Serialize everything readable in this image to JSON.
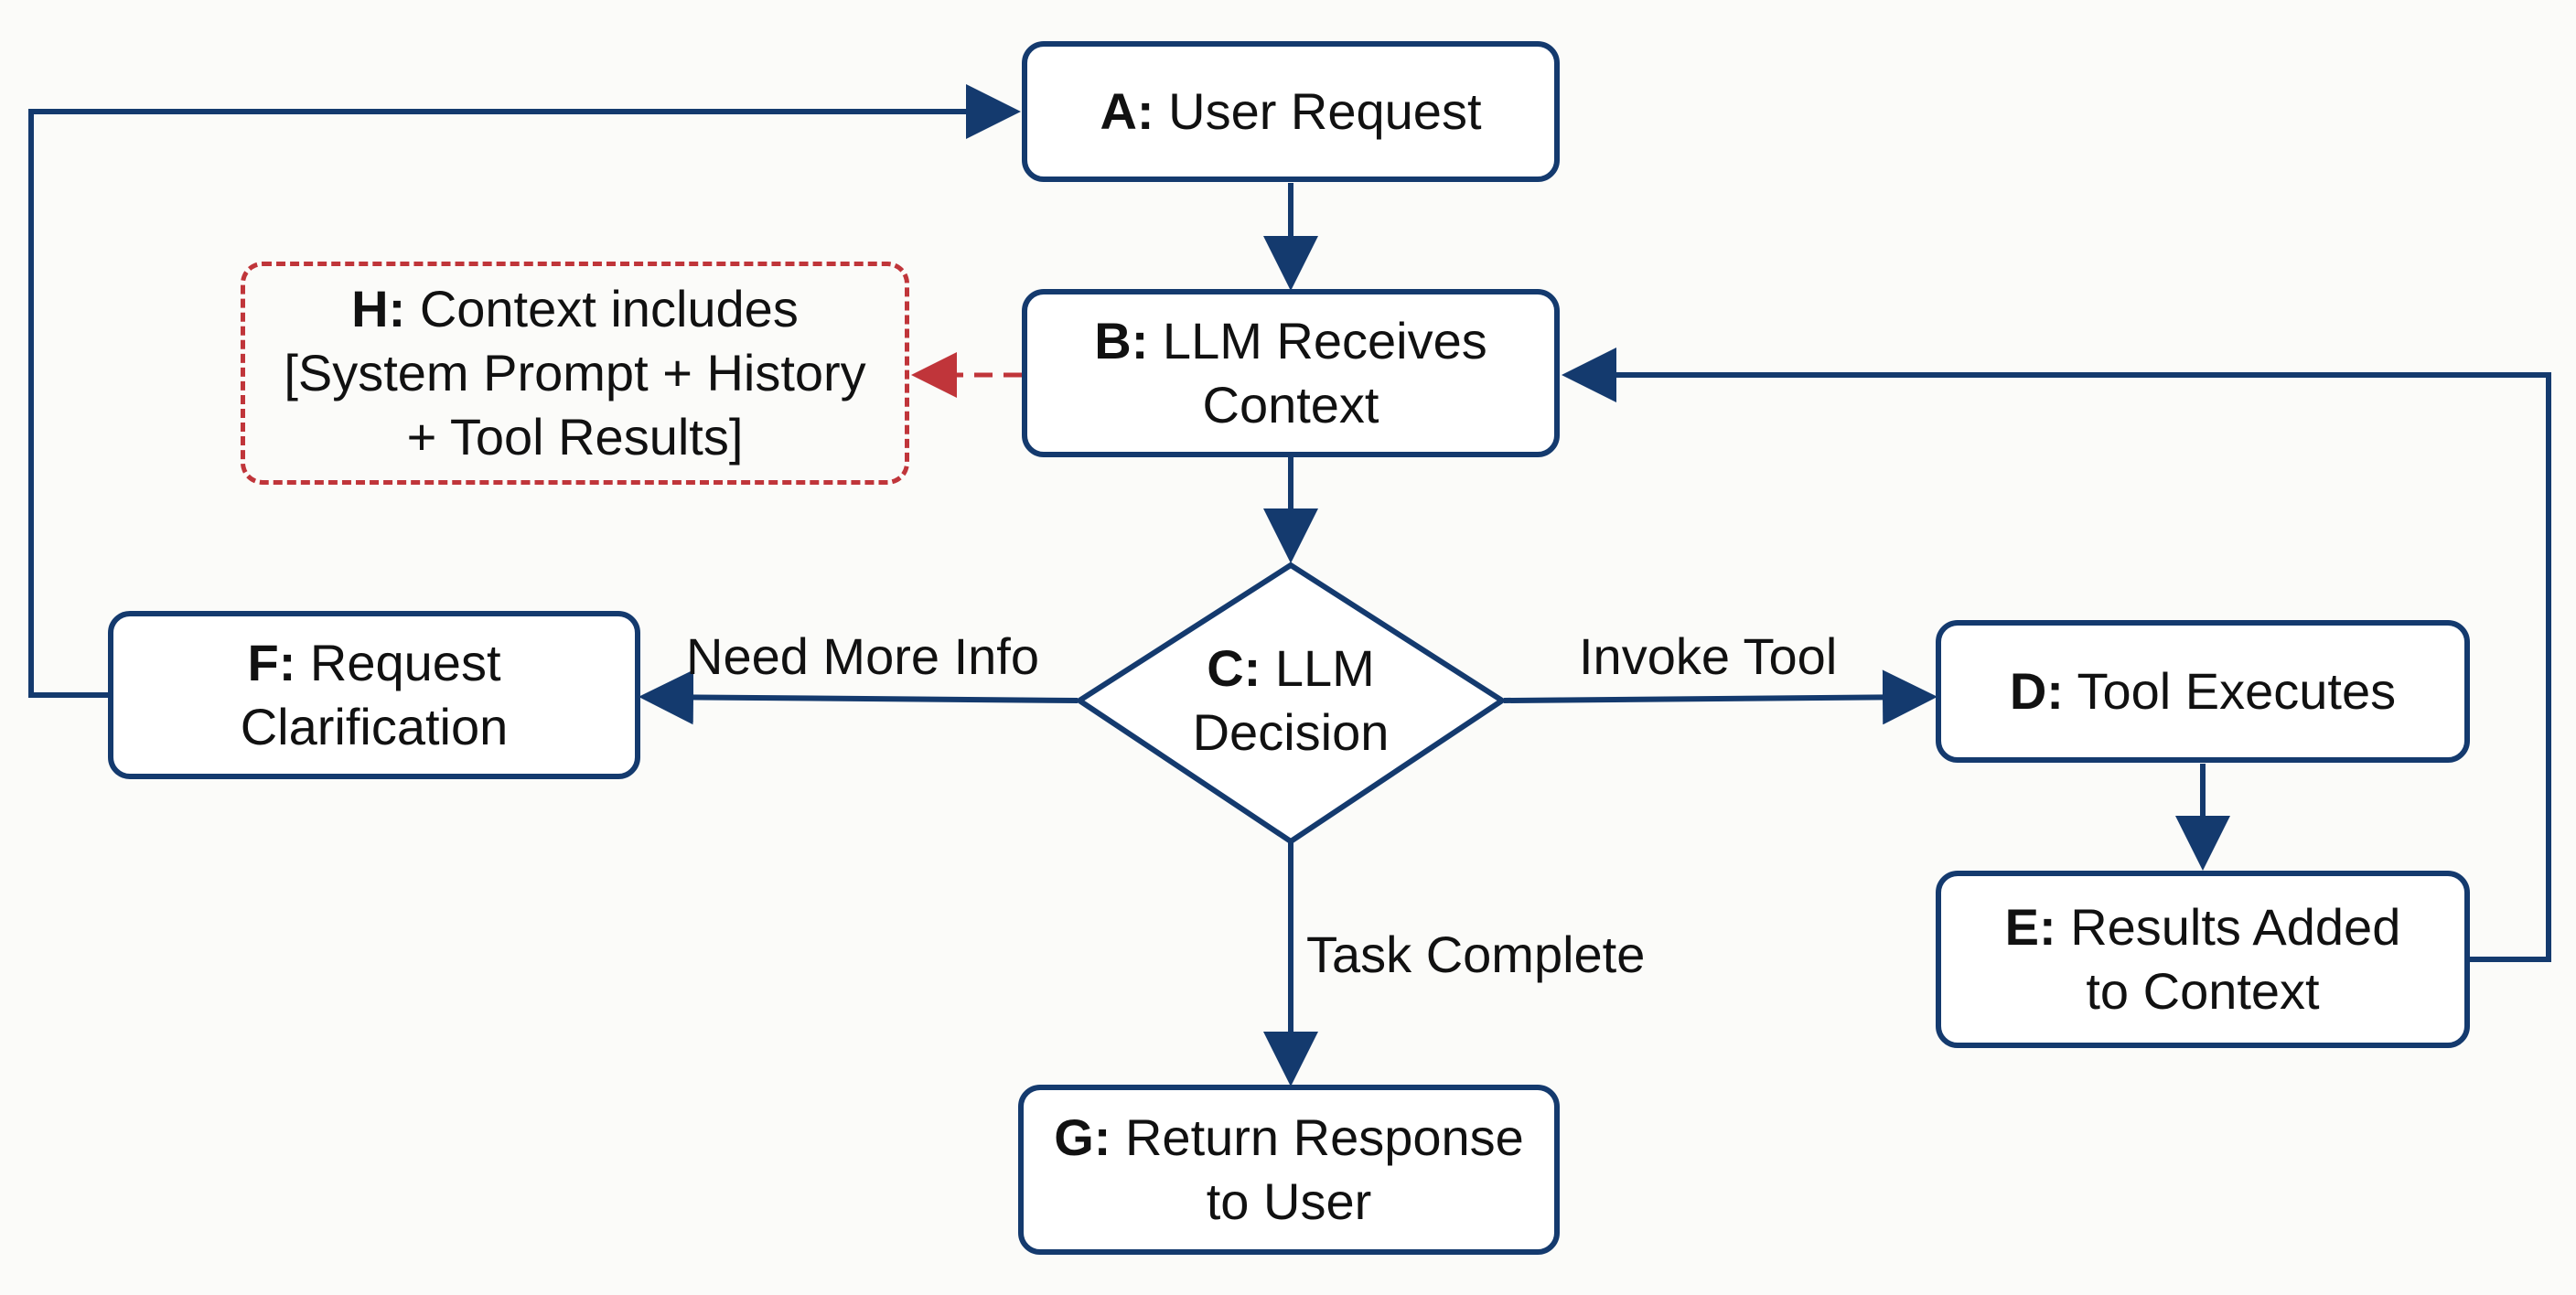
{
  "colors": {
    "node_border": "#143a6e",
    "arrow": "#143a6e",
    "context_border": "#c0353a",
    "background": "#fbfbf9"
  },
  "nodes": {
    "a": {
      "id": "A:",
      "lines": [
        "User Request"
      ]
    },
    "b": {
      "id": "B:",
      "lines": [
        "LLM Receives",
        "Context"
      ]
    },
    "c": {
      "id": "C:",
      "lines": [
        "LLM",
        "Decision"
      ]
    },
    "d": {
      "id": "D:",
      "lines": [
        "Tool Executes"
      ]
    },
    "e": {
      "id": "E:",
      "lines": [
        "Results Added",
        "to Context"
      ]
    },
    "f": {
      "id": "F:",
      "lines": [
        "Request",
        "Clarification"
      ]
    },
    "g": {
      "id": "G:",
      "lines": [
        "Return Response",
        "to User"
      ]
    },
    "h": {
      "id": "H:",
      "lines": [
        "Context includes",
        "[System Prompt + History",
        "+ Tool Results]"
      ]
    }
  },
  "edge_labels": {
    "need_more_info": "Need More Info",
    "invoke_tool": "Invoke Tool",
    "task_complete": "Task Complete"
  }
}
